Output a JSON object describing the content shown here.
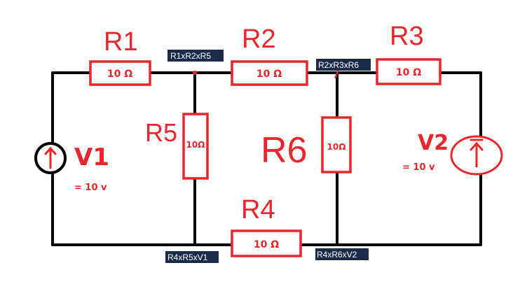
{
  "resistors": {
    "r1": {
      "name": "R1",
      "value": "10 Ω"
    },
    "r2": {
      "name": "R2",
      "value": "10 Ω"
    },
    "r3": {
      "name": "R3",
      "value": "10 Ω"
    },
    "r4": {
      "name": "R4",
      "value": "10 Ω"
    },
    "r5": {
      "name": "R5",
      "value": "10Ω"
    },
    "r6": {
      "name": "R6",
      "value": "10Ω"
    }
  },
  "sources": {
    "v1": {
      "name": "V1",
      "value": "= 10 v"
    },
    "v2": {
      "name": "V2",
      "value": "= 10 v"
    }
  },
  "nodes": {
    "top_left": "R1xR2xR5",
    "top_right": "R2xR3xR6",
    "bottom_left": "R4xR5xV1",
    "bottom_right": "R4xR6xV2"
  },
  "colors": {
    "ink": "#e8262e",
    "wire": "#000000",
    "tag": "#1c2b4a"
  }
}
